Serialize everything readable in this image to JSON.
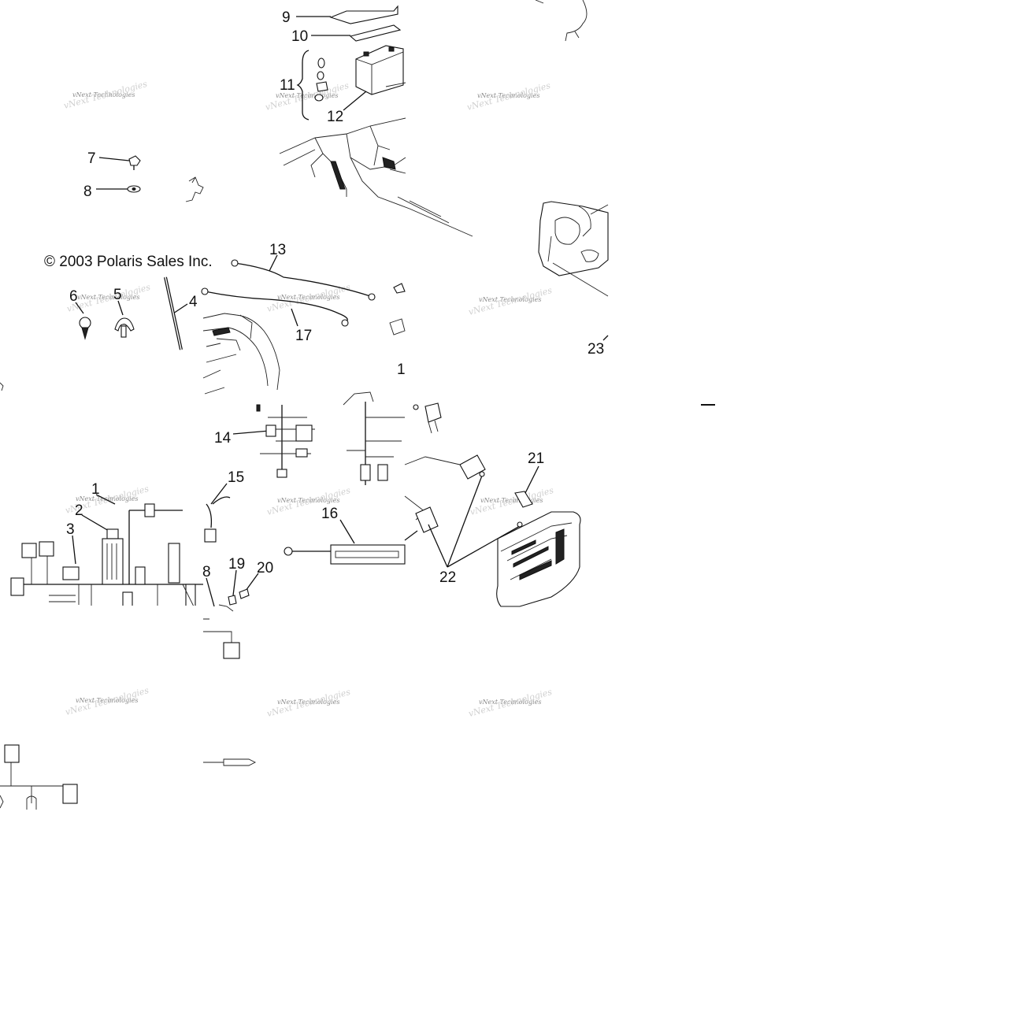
{
  "copyright": "© 2003 Polaris Sales Inc.",
  "watermark": "vNext Technologies",
  "callouts": {
    "c1": "1",
    "c1b": "1",
    "c2": "2",
    "c3": "3",
    "c4": "4",
    "c5": "5",
    "c6": "6",
    "c7": "7",
    "c8": "8",
    "c8b": "8",
    "c9": "9",
    "c10": "10",
    "c11": "11",
    "c12": "12",
    "c13": "13",
    "c14": "14",
    "c15": "15",
    "c16": "16",
    "c17": "17",
    "c19": "19",
    "c20": "20",
    "c21": "21",
    "c22": "22",
    "c23": "23"
  }
}
